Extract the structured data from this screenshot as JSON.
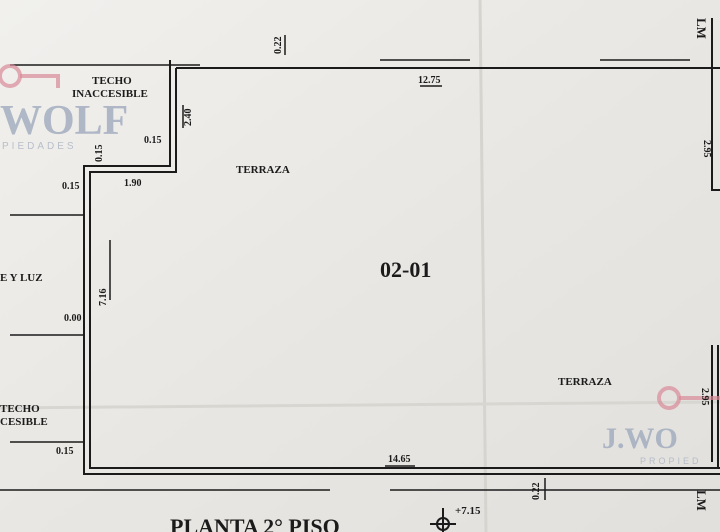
{
  "plan": {
    "unit_id": "02-01",
    "title": "PLANTA 2° PISO",
    "level": "+7.15",
    "rooms": {
      "terrace_main": "TERRAZA",
      "terrace_right": "TERRAZA",
      "roof_top_line1": "TECHO",
      "roof_top_line2": "INACCESIBLE",
      "roof_bottom_line1": "TECHO",
      "roof_bottom_line2": "CESIBLE",
      "light_shaft": "E Y LUZ"
    },
    "dimensions": {
      "top_offset": "0.22",
      "top_width": "12.75",
      "step_height": "2.40",
      "step_width": "1.90",
      "wall_a": "0.15",
      "wall_b": "0.15",
      "wall_c": "0.15",
      "wall_d": "0.15",
      "left_height": "7.16",
      "left_zero": "0.00",
      "bottom_width": "14.65",
      "bottom_offset": "0.22",
      "right_top": "2.95",
      "right_bottom": "2.95"
    },
    "boundary_top": "LM",
    "boundary_bottom": "LM"
  },
  "watermark": {
    "brand_left": "WOLF",
    "sub_left": "PIEDADES",
    "brand_right": "J.WO",
    "sub_right": "PROPIED"
  },
  "colors": {
    "ink": "#1b1b1b",
    "paper": "#eceae6",
    "watermark_blue": "#9aa6bb",
    "watermark_pink": "#d98a98"
  }
}
